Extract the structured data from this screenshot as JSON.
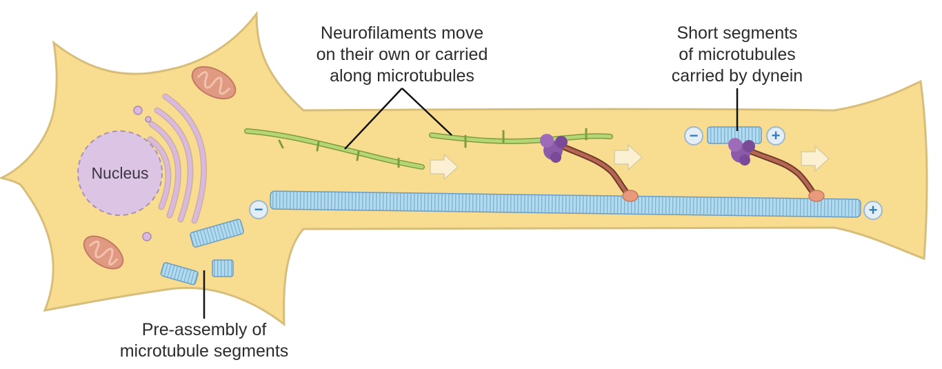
{
  "labels": {
    "neurofilaments": [
      "Neurofilaments move",
      "on their own or carried",
      "along microtubules"
    ],
    "short_segments": [
      "Short segments",
      "of microtubules",
      "carried by dynein"
    ],
    "pre_assembly": [
      "Pre-assembly of",
      "microtubule segments"
    ],
    "nucleus": "Nucleus"
  },
  "polarity_signs": {
    "minus": "−",
    "plus": "+"
  },
  "colors": {
    "cytoplasm": "#f8dc8f",
    "membrane": "#d6bd7a",
    "nucleus": "#dcc5e4",
    "golgi": "#d6b3dc",
    "mitochondria": "#e09a82",
    "microtubule": "#a9d3ea",
    "neurofilament": "#a9c968",
    "dynein": "#8b5aa8",
    "arrow": "#fbf1d2"
  },
  "icons": [
    "transport-arrow-icon",
    "minus-end-icon",
    "plus-end-icon"
  ]
}
